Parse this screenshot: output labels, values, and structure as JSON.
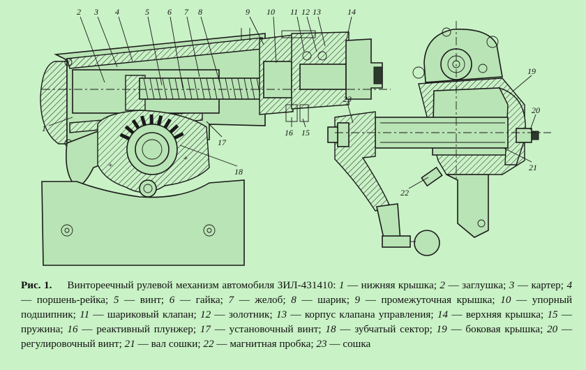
{
  "figure": {
    "label": "Рис. 1.",
    "title": "Винтореечный рулевой механизм автомобиля ЗИЛ-431410:"
  },
  "legend": [
    {
      "num": "1",
      "text": "нижняя крышка"
    },
    {
      "num": "2",
      "text": "заглушка"
    },
    {
      "num": "3",
      "text": "картер"
    },
    {
      "num": "4",
      "text": "поршень-рейка"
    },
    {
      "num": "5",
      "text": "винт"
    },
    {
      "num": "6",
      "text": "гайка"
    },
    {
      "num": "7",
      "text": "желоб"
    },
    {
      "num": "8",
      "text": "шарик"
    },
    {
      "num": "9",
      "text": "промежуточная крышка"
    },
    {
      "num": "10",
      "text": "упорный подшипник"
    },
    {
      "num": "11",
      "text": "шариковый клапан"
    },
    {
      "num": "12",
      "text": "золотник"
    },
    {
      "num": "13",
      "text": "корпус клапана управления"
    },
    {
      "num": "14",
      "text": "верхняя крышка"
    },
    {
      "num": "15",
      "text": "пружина"
    },
    {
      "num": "16",
      "text": "реактивный плунжер"
    },
    {
      "num": "17",
      "text": "установочный винт"
    },
    {
      "num": "18",
      "text": "зубчатый сектор"
    },
    {
      "num": "19",
      "text": "боковая крышка"
    },
    {
      "num": "20",
      "text": "регулировочный винт"
    },
    {
      "num": "21",
      "text": "вал сошки"
    },
    {
      "num": "22",
      "text": "магнитная пробка"
    },
    {
      "num": "23",
      "text": "сошка"
    }
  ],
  "callouts": [
    "1",
    "2",
    "3",
    "4",
    "5",
    "6",
    "7",
    "8",
    "9",
    "10",
    "11",
    "12",
    "13",
    "14",
    "15",
    "16",
    "17",
    "18",
    "19",
    "20",
    "21",
    "22",
    "23"
  ]
}
